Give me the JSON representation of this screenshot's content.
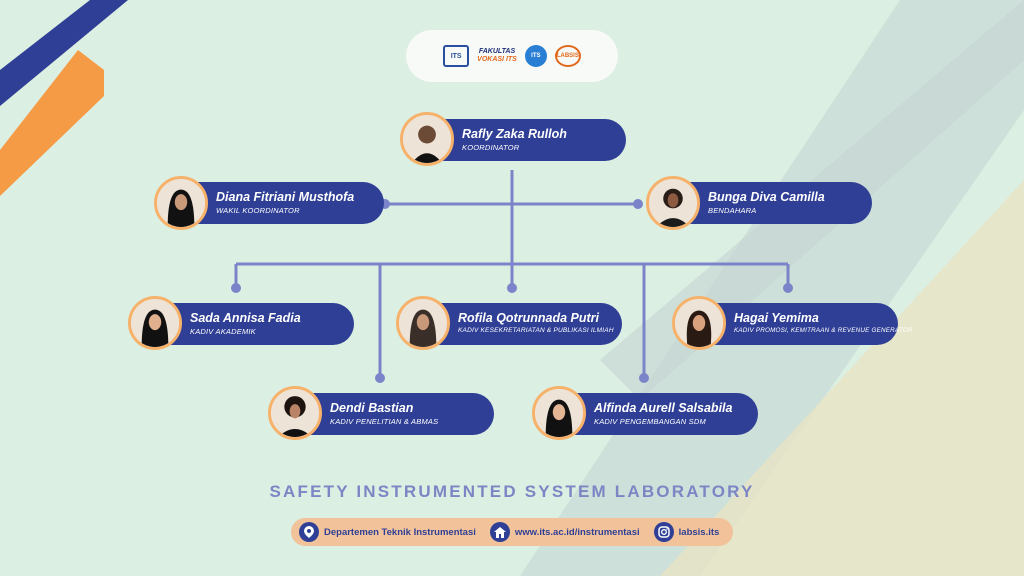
{
  "logos": [
    "ITS",
    "FAKULTAS",
    "VOKASI ITS",
    "ITS",
    "LABSIS"
  ],
  "coordinator": {
    "name": "Rafly Zaka Rulloh",
    "role": "KOORDINATOR"
  },
  "vice": {
    "name": "Diana Fitriani Musthofa",
    "role": "WAKIL KOORDINATOR"
  },
  "treasurer": {
    "name": "Bunga Diva Camilla",
    "role": "BENDAHARA"
  },
  "academic": {
    "name": "Sada Annisa Fadia",
    "role": "KADIV AKADEMIK"
  },
  "secretariat": {
    "name": "Rofila Qotrunnada Putri",
    "role": "KADIV KESEKRETARIATAN & PUBLIKASI ILMIAH"
  },
  "promotion": {
    "name": "Hagai Yemima",
    "role": "KADIV PROMOSI, KEMITRAAN & REVENUE GENERATOR"
  },
  "research": {
    "name": "Dendi Bastian",
    "role": "KADIV PENELITIAN & ABMAS"
  },
  "hr": {
    "name": "Alfinda Aurell Salsabila",
    "role": "KADIV PENGEMBANGAN SDM"
  },
  "lab_title": "SAFETY INSTRUMENTED SYSTEM LABORATORY",
  "footer": {
    "department": "Departemen Teknik Instrumentasi",
    "website": "www.its.ac.id/instrumentasi",
    "instagram": "labsis.its"
  },
  "icons": [
    "location-pin-icon",
    "home-icon",
    "instagram-icon"
  ],
  "colors": {
    "card": "#2f3f96",
    "accent_orange": "#f59a45",
    "ring": "#f6b26b",
    "background": "#dcefe3"
  }
}
